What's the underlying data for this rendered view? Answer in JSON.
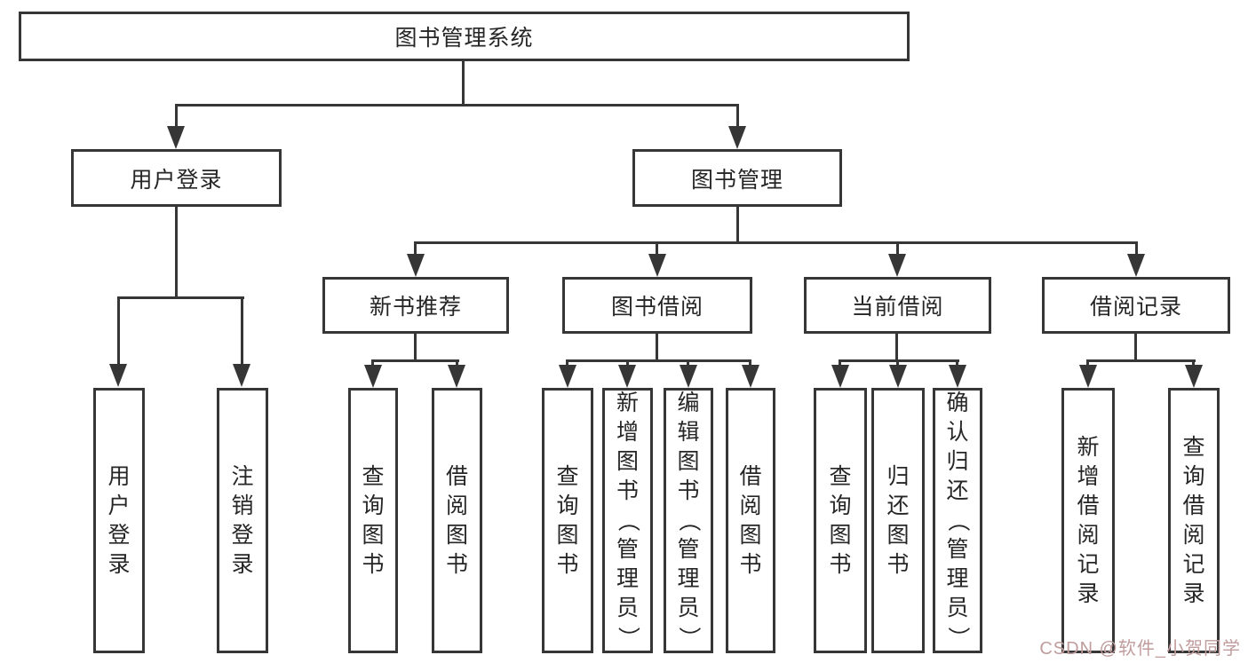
{
  "diagram": {
    "root": "图书管理系统",
    "login": {
      "label": "用户登录",
      "children": [
        "用户登录",
        "注销登录"
      ]
    },
    "mgmt": {
      "label": "图书管理",
      "groups": [
        {
          "label": "新书推荐",
          "children": [
            "查询图书",
            "借阅图书"
          ]
        },
        {
          "label": "图书借阅",
          "children": [
            "查询图书",
            "新增图书（管理员）",
            "编辑图书（管理员）",
            "借阅图书"
          ]
        },
        {
          "label": "当前借阅",
          "children": [
            "查询图书",
            "归还图书",
            "确认归还（管理员）"
          ]
        },
        {
          "label": "借阅记录",
          "children": [
            "新增借阅记录",
            "查询借阅记录"
          ]
        }
      ]
    }
  },
  "watermark": "CSDN @软件_小贺同学",
  "colors": {
    "line": "#363636",
    "text": "#262626",
    "watermark": "#c09c9c",
    "background": "#ffffff"
  }
}
